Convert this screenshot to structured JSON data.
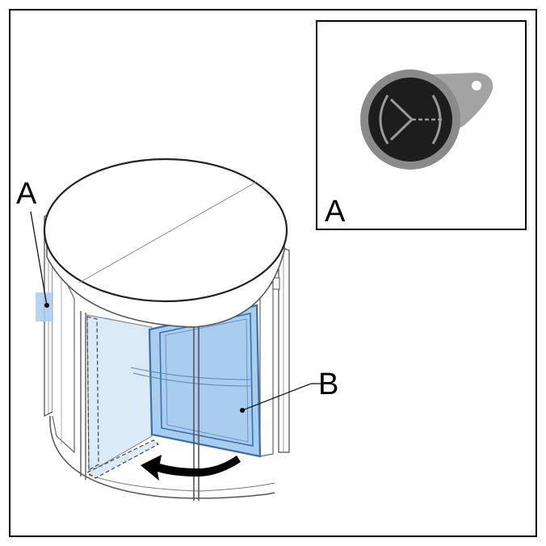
{
  "labels": {
    "a_main": "A",
    "a_inset": "A",
    "b": "B"
  },
  "icons": {
    "inset": "key-fob-sensor-icon",
    "rotation": "rotation-arrow-icon"
  },
  "colors": {
    "glass_light": "#dbeaf7",
    "glass_door": "#a9cdee",
    "door_frame": "#3a6ea8",
    "sensor_highlight": "#a9cdee",
    "fob_dark": "#1d1d1d",
    "fob_ring": "#8a8a8a",
    "fob_tab": "#a3a3a3",
    "outline": "#000000"
  }
}
